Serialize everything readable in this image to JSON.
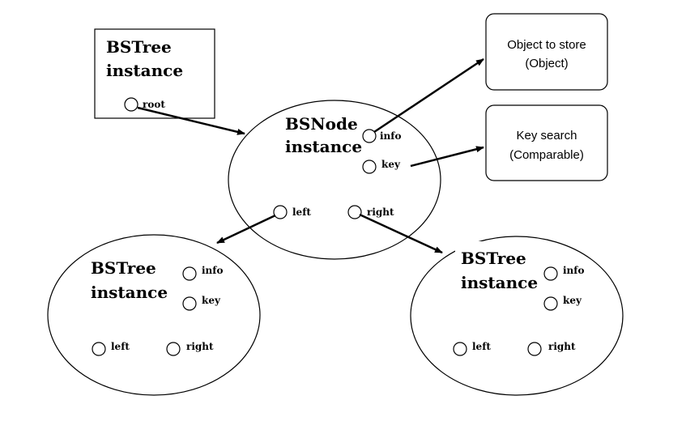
{
  "tree_box": {
    "title_line1": "BSTree",
    "title_line2": "instance",
    "field_root": "root"
  },
  "main_node": {
    "title_line1": "BSNode",
    "title_line2": "instance",
    "field_info": "info",
    "field_key": "key",
    "field_left": "left",
    "field_right": "right"
  },
  "object_box": {
    "line1": "Object to store",
    "line2": "(Object)"
  },
  "key_box": {
    "line1": "Key search",
    "line2": "(Comparable)"
  },
  "left_node": {
    "title_line1": "BSTree",
    "title_line2": "instance",
    "field_info": "info",
    "field_key": "key",
    "field_left": "left",
    "field_right": "right"
  },
  "right_node": {
    "title_line1": "BSTree",
    "title_line2": "instance",
    "field_info": "info",
    "field_key": "key",
    "field_left": "left",
    "field_right": "right"
  }
}
